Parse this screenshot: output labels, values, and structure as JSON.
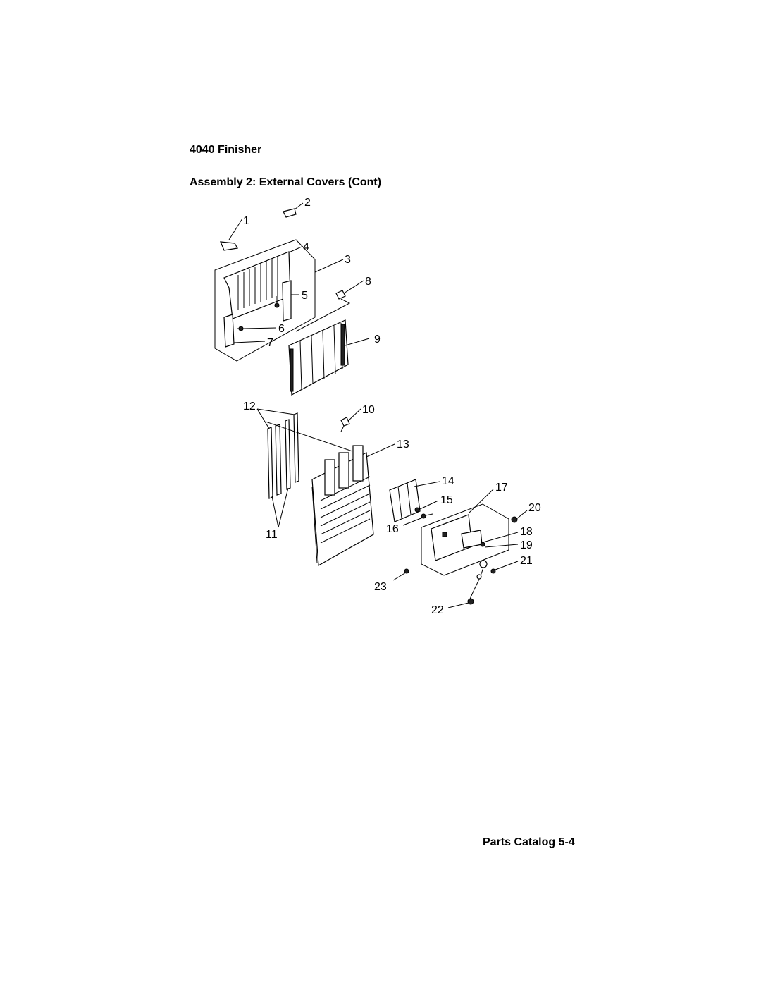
{
  "page": {
    "title": "4040 Finisher",
    "subtitle": "Assembly 2:  External Covers (Cont)",
    "footer": "Parts Catalog 5-4"
  },
  "callouts": [
    "1",
    "2",
    "3",
    "4",
    "5",
    "6",
    "7",
    "8",
    "9",
    "10",
    "11",
    "12",
    "13",
    "14",
    "15",
    "16",
    "17",
    "18",
    "19",
    "20",
    "21",
    "22",
    "23"
  ]
}
